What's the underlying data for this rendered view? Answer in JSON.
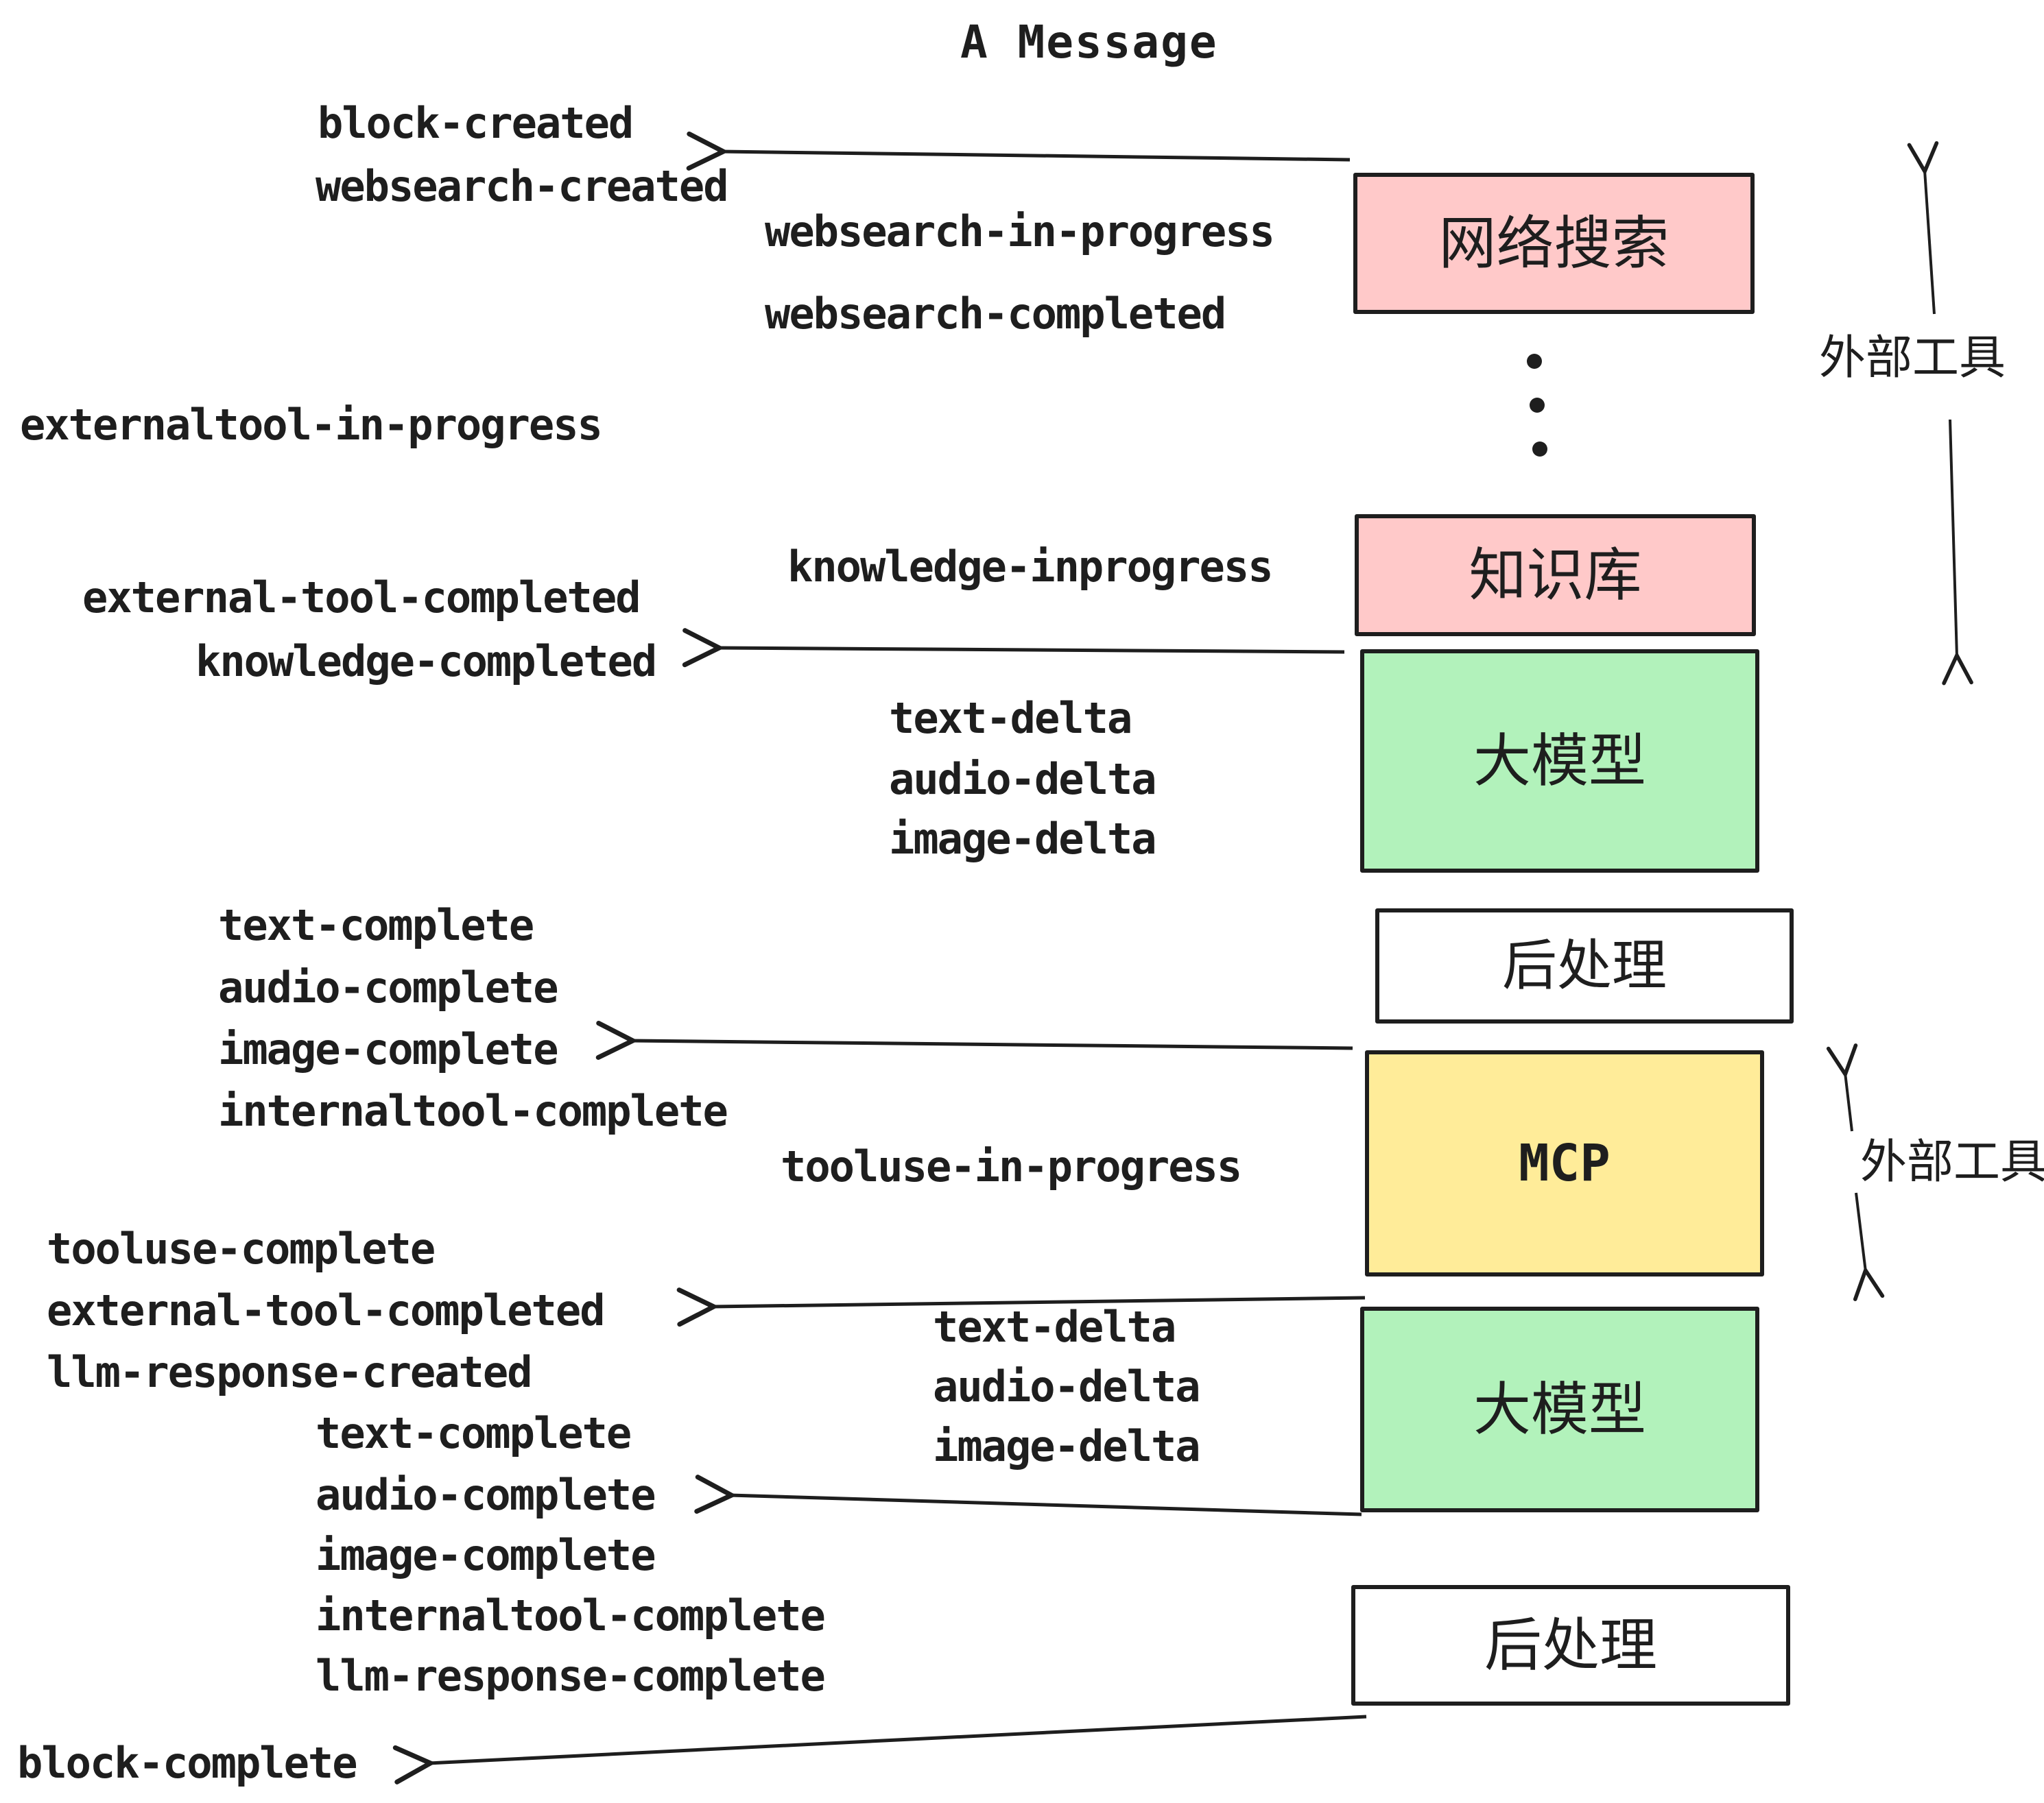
{
  "title": "A Message",
  "colors": {
    "stroke": "#1e1e1e",
    "pink": "#ffc9c9",
    "green": "#b2f2bb",
    "yellow": "#ffec99",
    "white": "#ffffff"
  },
  "boxes": {
    "websearch": {
      "label": "网络搜索"
    },
    "knowledge": {
      "label": "知识库"
    },
    "llm_1": {
      "label": "大模型"
    },
    "postprocess_1": {
      "label": "后处理"
    },
    "mcp": {
      "label": "MCP"
    },
    "llm_2": {
      "label": "大模型"
    },
    "postprocess_2": {
      "label": "后处理"
    }
  },
  "side_labels": {
    "external_tools_top": "外部工具",
    "external_tools_bottom": "外部工具"
  },
  "events": {
    "block_created": "block-created",
    "websearch_created": "websearch-created",
    "websearch_in_progress": "websearch-in-progress",
    "websearch_completed": "websearch-completed",
    "externaltool_in_progress": "externaltool-in-progress",
    "knowledge_inprogress": "knowledge-inprogress",
    "external_tool_completed_1": "external-tool-completed",
    "knowledge_completed": "knowledge-completed",
    "text_delta_1": "text-delta",
    "audio_delta_1": "audio-delta",
    "image_delta_1": "image-delta",
    "text_complete_1": "text-complete",
    "audio_complete_1": "audio-complete",
    "image_complete_1": "image-complete",
    "internaltool_complete_1": "internaltool-complete",
    "tooluse_in_progress": "tooluse-in-progress",
    "tooluse_complete": "tooluse-complete",
    "external_tool_completed_2": "external-tool-completed",
    "llm_response_created": "llm-response-created",
    "text_delta_2": "text-delta",
    "audio_delta_2": "audio-delta",
    "image_delta_2": "image-delta",
    "text_complete_2": "text-complete",
    "audio_complete_2": "audio-complete",
    "image_complete_2": "image-complete",
    "internaltool_complete_2": "internaltool-complete",
    "llm_response_complete": "llm-response-complete",
    "block_complete": "block-complete"
  }
}
